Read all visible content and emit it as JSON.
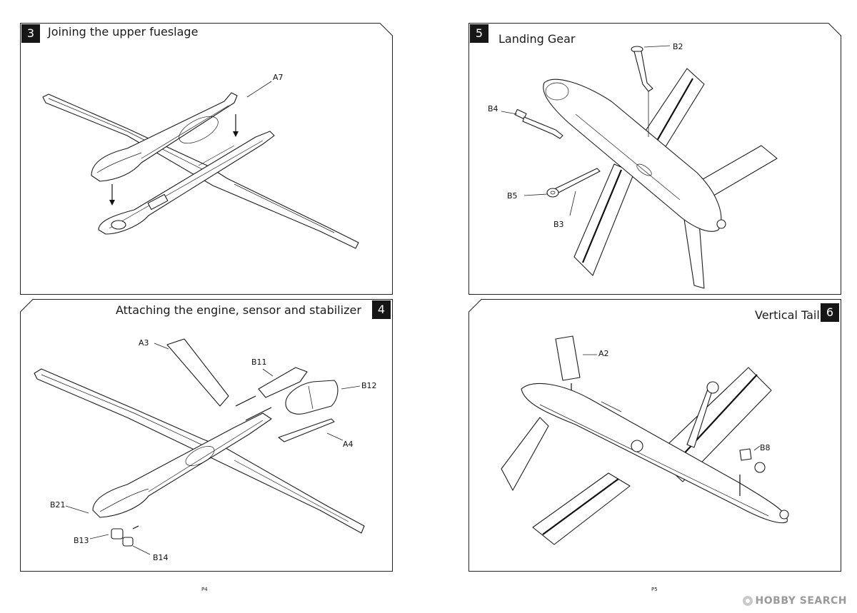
{
  "panels": [
    {
      "step": "3",
      "title": "Joining the upper fueslage",
      "parts": [
        "A7"
      ]
    },
    {
      "step": "5",
      "title": "Landing Gear",
      "parts": [
        "B2",
        "B4",
        "B5",
        "B3"
      ]
    },
    {
      "step": "4",
      "title": "Attaching the engine, sensor and stabilizer",
      "parts": [
        "A3",
        "B11",
        "B12",
        "A4",
        "B21",
        "B13",
        "B14"
      ]
    },
    {
      "step": "6",
      "title": "Vertical Tail",
      "parts": [
        "A2",
        "B8"
      ]
    }
  ],
  "footer": {
    "left_page": "P4",
    "right_page": "P5"
  },
  "watermark": {
    "text": "HOBBY SEARCH",
    "color": "#9a9a9a"
  },
  "colors": {
    "ink": "#1c1c1c",
    "badge": "#161616",
    "paper": "#ffffff"
  }
}
